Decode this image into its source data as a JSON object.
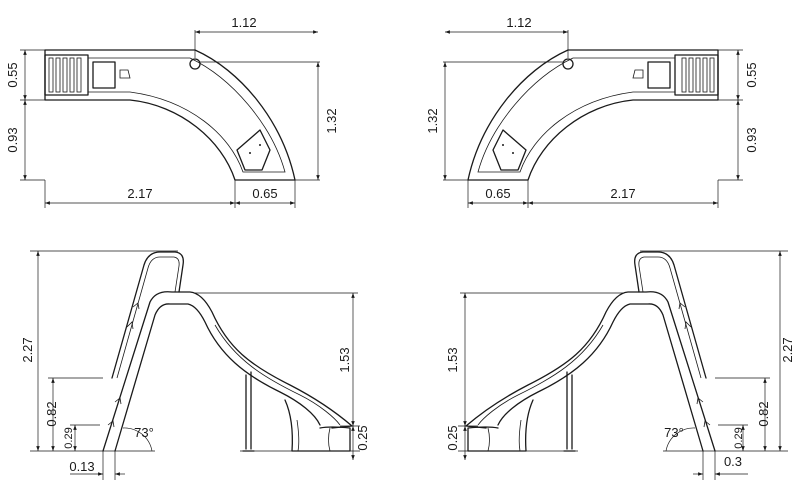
{
  "top_left": {
    "d_top": "1.12",
    "d_upper": "0.55",
    "d_lower": "0.93",
    "d_height": "1.32",
    "d_length": "2.17",
    "d_exit": "0.65"
  },
  "top_right": {
    "d_top": "1.12",
    "d_height": "1.32",
    "d_upper": "0.55",
    "d_lower": "0.93",
    "d_exit": "0.65",
    "d_length": "2.17"
  },
  "bottom_left": {
    "d_total": "2.27",
    "d_step": "0.82",
    "d_first": "0.29",
    "angle": "73°",
    "d_base": "0.13",
    "d_slide": "1.53",
    "d_exit": "0.25"
  },
  "bottom_right": {
    "d_slide": "1.53",
    "d_exit": "0.25",
    "angle": "73°",
    "d_first": "0.29",
    "d_step": "0.82",
    "d_total": "2.27",
    "d_base": "0.3"
  }
}
